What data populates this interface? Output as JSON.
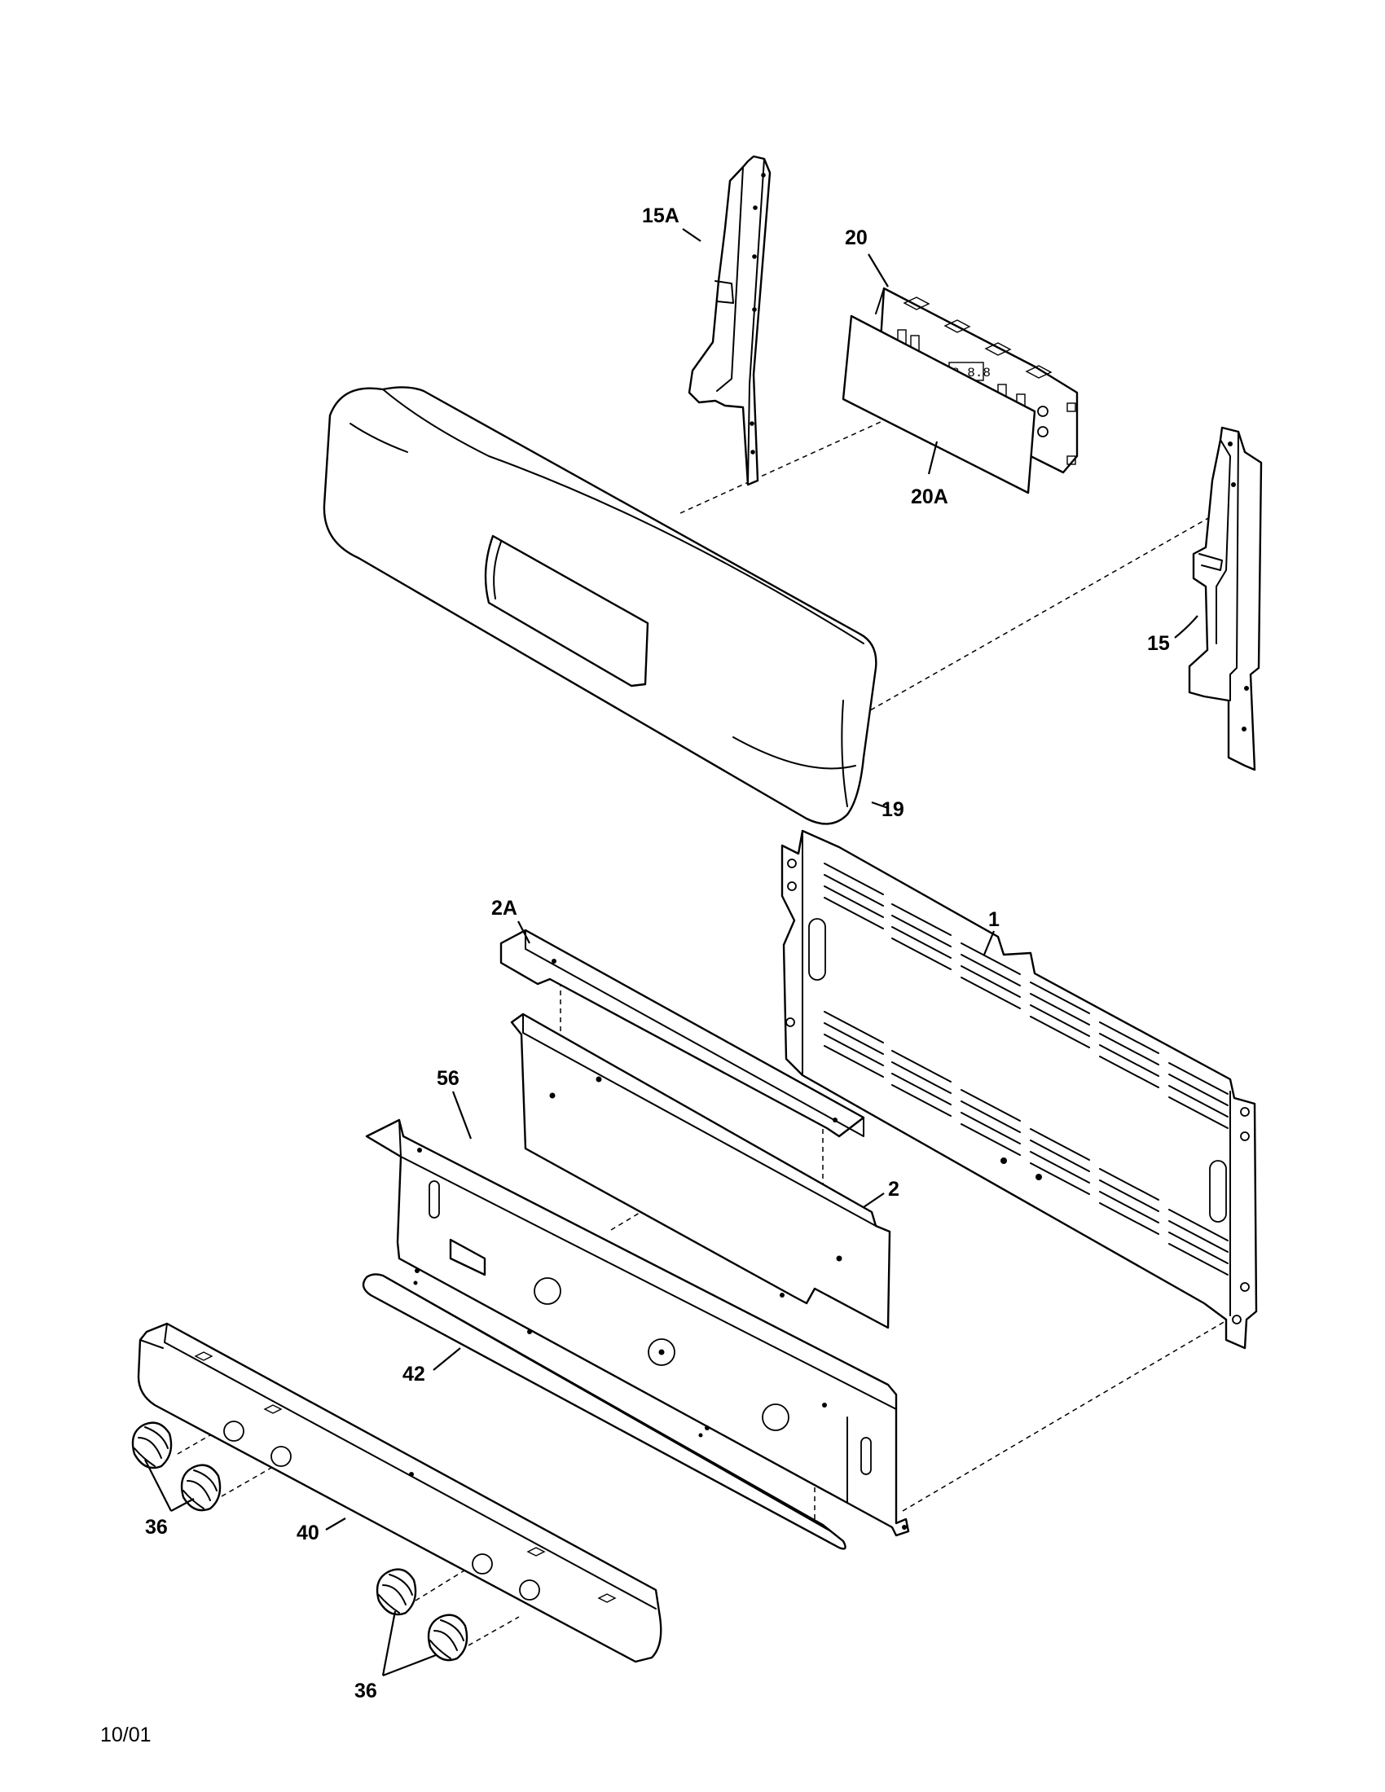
{
  "callouts": {
    "p15A": "15A",
    "p20": "20",
    "p20A": "20A",
    "p15": "15",
    "p19": "19",
    "p1": "1",
    "p2A": "2A",
    "p56": "56",
    "p2": "2",
    "p42": "42",
    "p40": "40",
    "p36a": "36",
    "p36b": "36"
  },
  "date_code": "10/01"
}
